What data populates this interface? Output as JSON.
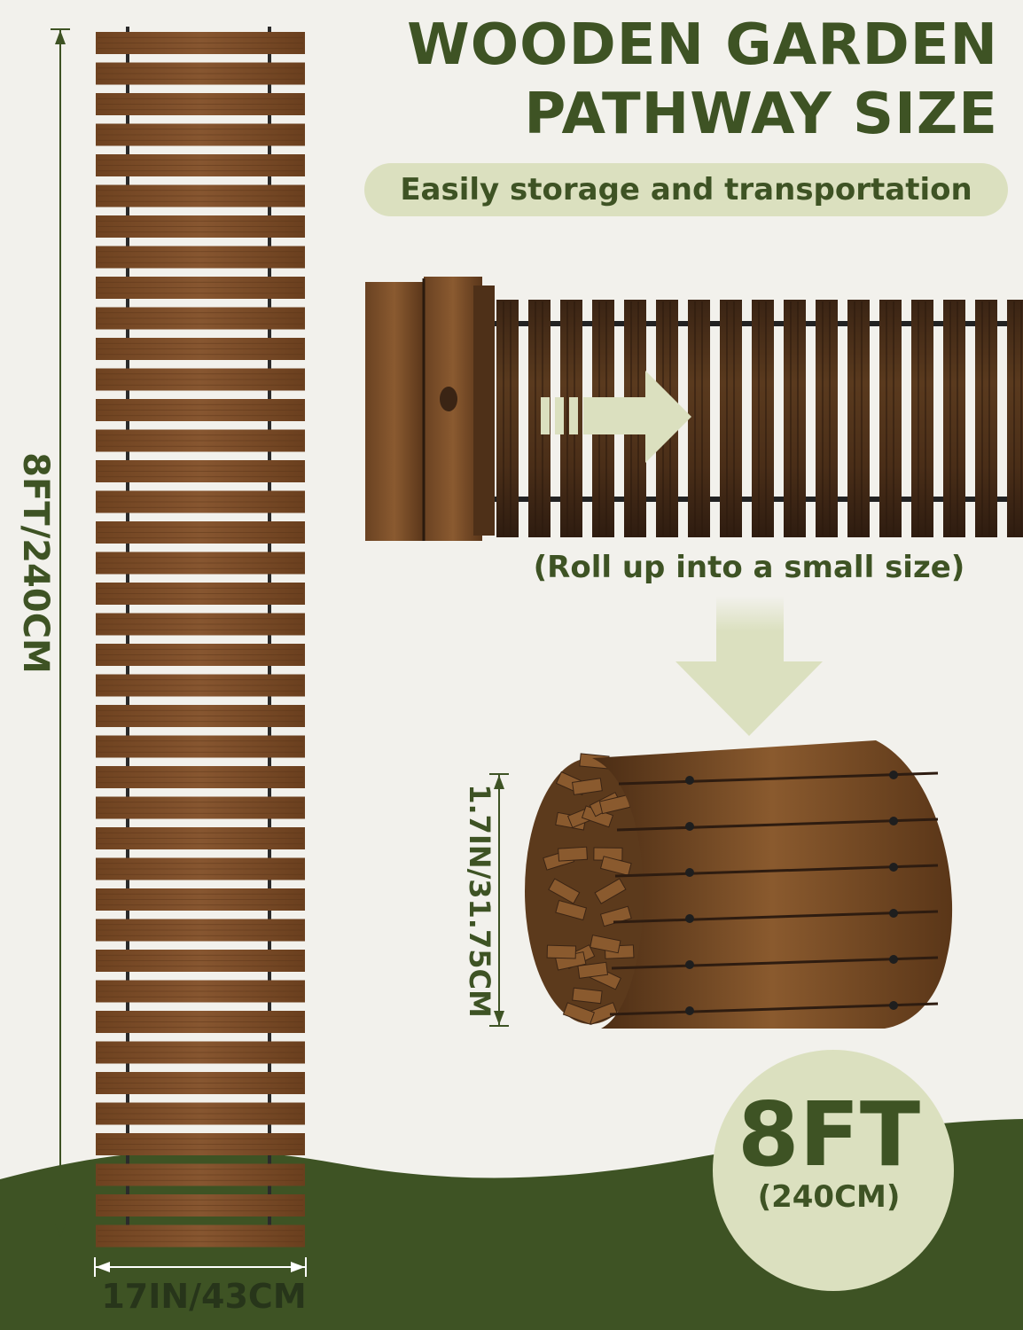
{
  "headline": {
    "line1": "WOODEN GARDEN",
    "line2": "PATHWAY SIZE"
  },
  "tagline": "Easily storage and transportation",
  "roll_caption": "(Roll up into a small size)",
  "dimensions": {
    "length": "8FT/240CM",
    "width": "17IN/43CM",
    "rolled_diameter": "1.7IN/31.75CM"
  },
  "badge": {
    "size": "8FT",
    "metric": "(240CM)"
  },
  "colors": {
    "brand_green": "#3e5324",
    "light_green": "#dbe0bf",
    "wood": "#7a4c24",
    "dark_wood": "#3a2414",
    "background": "#f2f1ec"
  },
  "icons": {
    "right_arrow": "arrow-right-icon",
    "down_arrow": "arrow-down-icon"
  }
}
